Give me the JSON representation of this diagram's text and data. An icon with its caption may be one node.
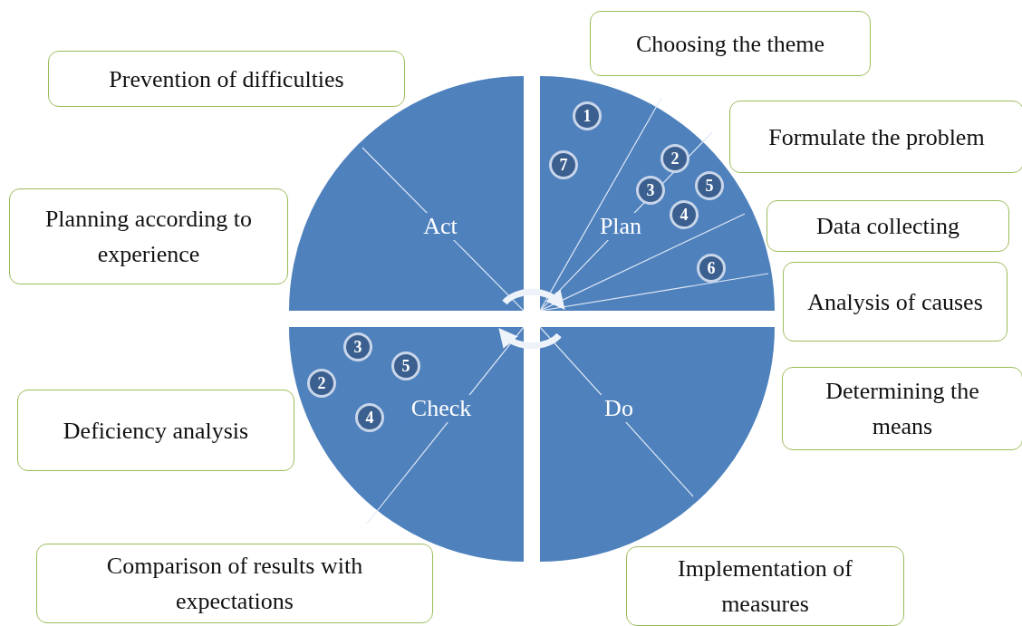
{
  "diagram": {
    "nodes": [
      {
        "text": [
          "Choosing the theme"
        ]
      },
      {
        "text": [
          "Prevention of difficulties"
        ]
      },
      {
        "text": [
          "Formulate the problem"
        ]
      },
      {
        "text": [
          "Data collecting"
        ]
      },
      {
        "text": [
          "Planning according to experience"
        ]
      },
      {
        "text": [
          "Analysis of causes"
        ]
      },
      {
        "text": [
          "Deficiency analysis"
        ]
      },
      {
        "text": [
          "Determining the means"
        ]
      },
      {
        "text": [
          "Comparison of results with expectations"
        ]
      },
      {
        "text": [
          "Implementation of measures"
        ]
      },
      {
        "text": [
          "Act"
        ]
      },
      {
        "text": [
          "Plan"
        ]
      },
      {
        "text": [
          "1"
        ],
        "in": 11
      },
      {
        "text": [
          "7"
        ],
        "in": 11
      },
      {
        "text": [
          "2"
        ],
        "in": 11
      },
      {
        "text": [
          "5"
        ],
        "in": 11
      },
      {
        "text": [
          "3"
        ],
        "in": 11
      },
      {
        "text": [
          "4"
        ],
        "in": 11
      },
      {
        "text": [
          "6"
        ],
        "in": 11
      },
      {
        "text": [
          "Check"
        ]
      },
      {
        "text": [
          "Do"
        ]
      },
      {
        "text": [
          "3"
        ],
        "in": 19
      },
      {
        "text": [
          "2"
        ],
        "in": 19
      },
      {
        "text": [
          "5"
        ],
        "in": 19
      },
      {
        "text": [
          "4"
        ],
        "in": 19
      }
    ],
    "edges": [
      {
        "from": 10,
        "to": 11,
        "arrow": "to"
      },
      {
        "from": 20,
        "to": 19,
        "arrow": "to"
      }
    ]
  }
}
